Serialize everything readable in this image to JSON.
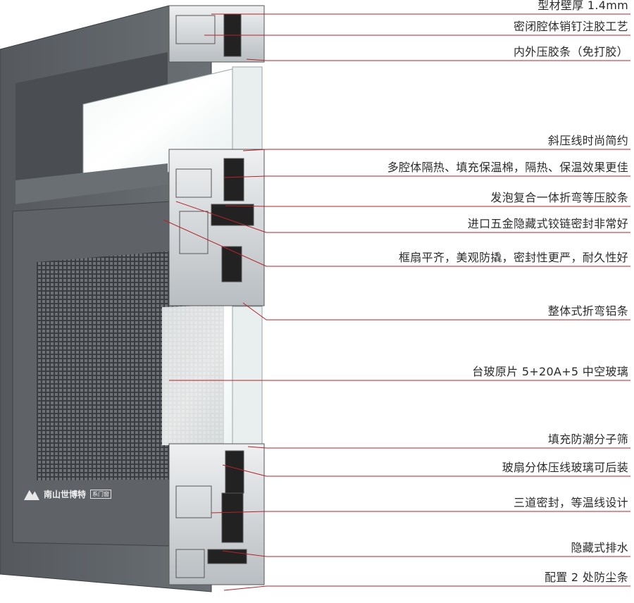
{
  "figure": {
    "features": [
      "型材壁厚 1.4mm",
      "密闭腔体销钉注胶工艺",
      "内外压胶条（免打胶）",
      "斜压线时尚简约",
      "多腔体隔热、填充保温棉，隔热、保温效果更佳",
      "发泡复合一体折弯等压胶条",
      "进口五金隐藏式铰链密封非常好",
      "框扇平齐，美观防撬，密封性更严，耐久性好",
      "整体式折弯铝条",
      "台玻原片 5+20A+5 中空玻璃",
      "填充防潮分子筛",
      "玻扇分体压线玻璃可后装",
      "三道密封，等温线设计",
      "隐藏式排水",
      "配置 2 处防尘条"
    ],
    "logo": {
      "brand": "南山世博特",
      "badge": "系门窗"
    },
    "colors": {
      "frame": "#5d6166",
      "frame_dark": "#43474b",
      "leader": "#b3232b",
      "text": "#2b2b2b"
    }
  }
}
